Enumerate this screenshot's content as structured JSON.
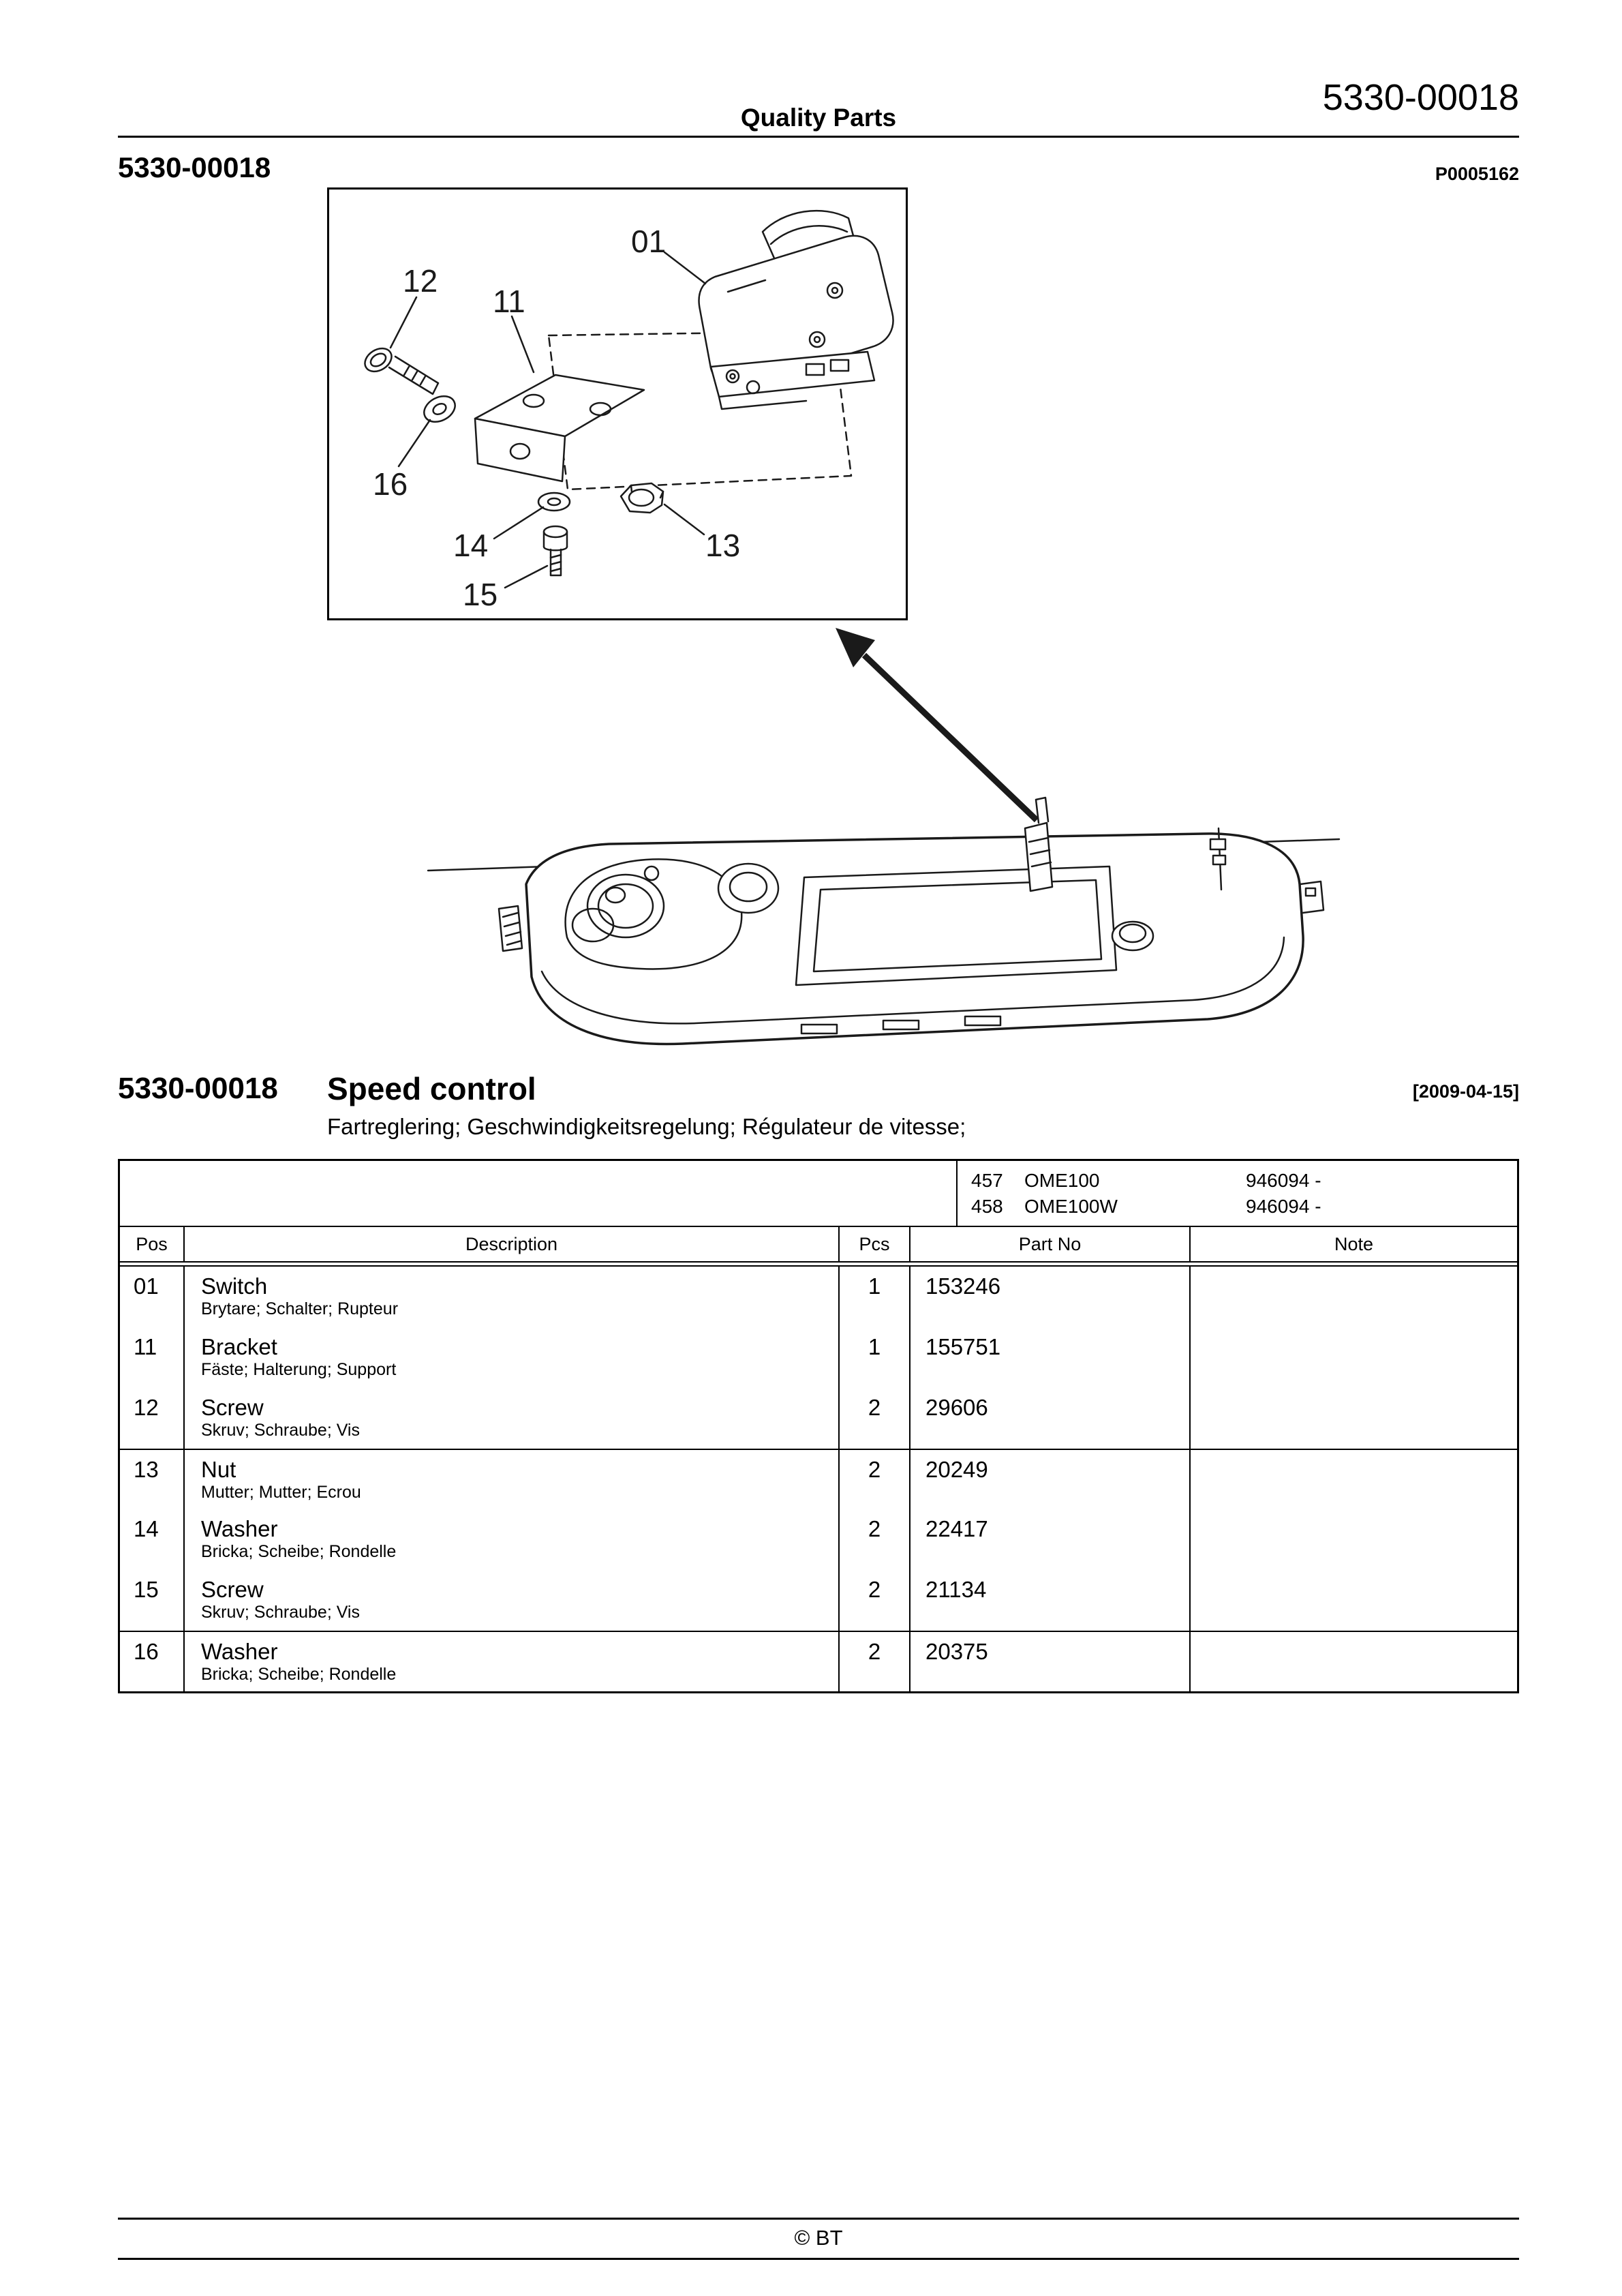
{
  "header": {
    "center_title": "Quality Parts",
    "doc_number": "5330-00018",
    "sub_doc_number": "5330-00018",
    "plate_code": "P0005162"
  },
  "diagram": {
    "callouts": {
      "c01": "01",
      "c11": "11",
      "c12": "12",
      "c13": "13",
      "c14": "14",
      "c15": "15",
      "c16": "16"
    }
  },
  "section": {
    "doc_number": "5330-00018",
    "title": "Speed control",
    "date": "[2009-04-15]",
    "subtitle": "Fartreglering; Geschwindigkeitsregelung; Régulateur de vitesse;"
  },
  "models": [
    {
      "code": "457",
      "name": "OME100",
      "serial": "946094 -"
    },
    {
      "code": "458",
      "name": "OME100W",
      "serial": "946094 -"
    }
  ],
  "table": {
    "columns": {
      "pos": "Pos",
      "description": "Description",
      "pcs": "Pcs",
      "part_no": "Part No",
      "note": "Note"
    },
    "rows": [
      {
        "pos": "01",
        "name": "Switch",
        "desc": "Brytare; Schalter; Rupteur",
        "pcs": "1",
        "part_no": "153246",
        "note": ""
      },
      {
        "pos": "11",
        "name": "Bracket",
        "desc": "Fäste; Halterung; Support",
        "pcs": "1",
        "part_no": "155751",
        "note": ""
      },
      {
        "pos": "12",
        "name": "Screw",
        "desc": "Skruv; Schraube; Vis",
        "pcs": "2",
        "part_no": "29606",
        "note": ""
      },
      {
        "pos": "13",
        "name": "Nut",
        "desc": "Mutter; Mutter; Ecrou",
        "pcs": "2",
        "part_no": "20249",
        "note": ""
      },
      {
        "pos": "14",
        "name": "Washer",
        "desc": "Bricka; Scheibe; Rondelle",
        "pcs": "2",
        "part_no": "22417",
        "note": ""
      },
      {
        "pos": "15",
        "name": "Screw",
        "desc": "Skruv; Schraube; Vis",
        "pcs": "2",
        "part_no": "21134",
        "note": ""
      },
      {
        "pos": "16",
        "name": "Washer",
        "desc": "Bricka; Scheibe; Rondelle",
        "pcs": "2",
        "part_no": "20375",
        "note": ""
      }
    ]
  },
  "footer": {
    "copyright": "© BT"
  }
}
